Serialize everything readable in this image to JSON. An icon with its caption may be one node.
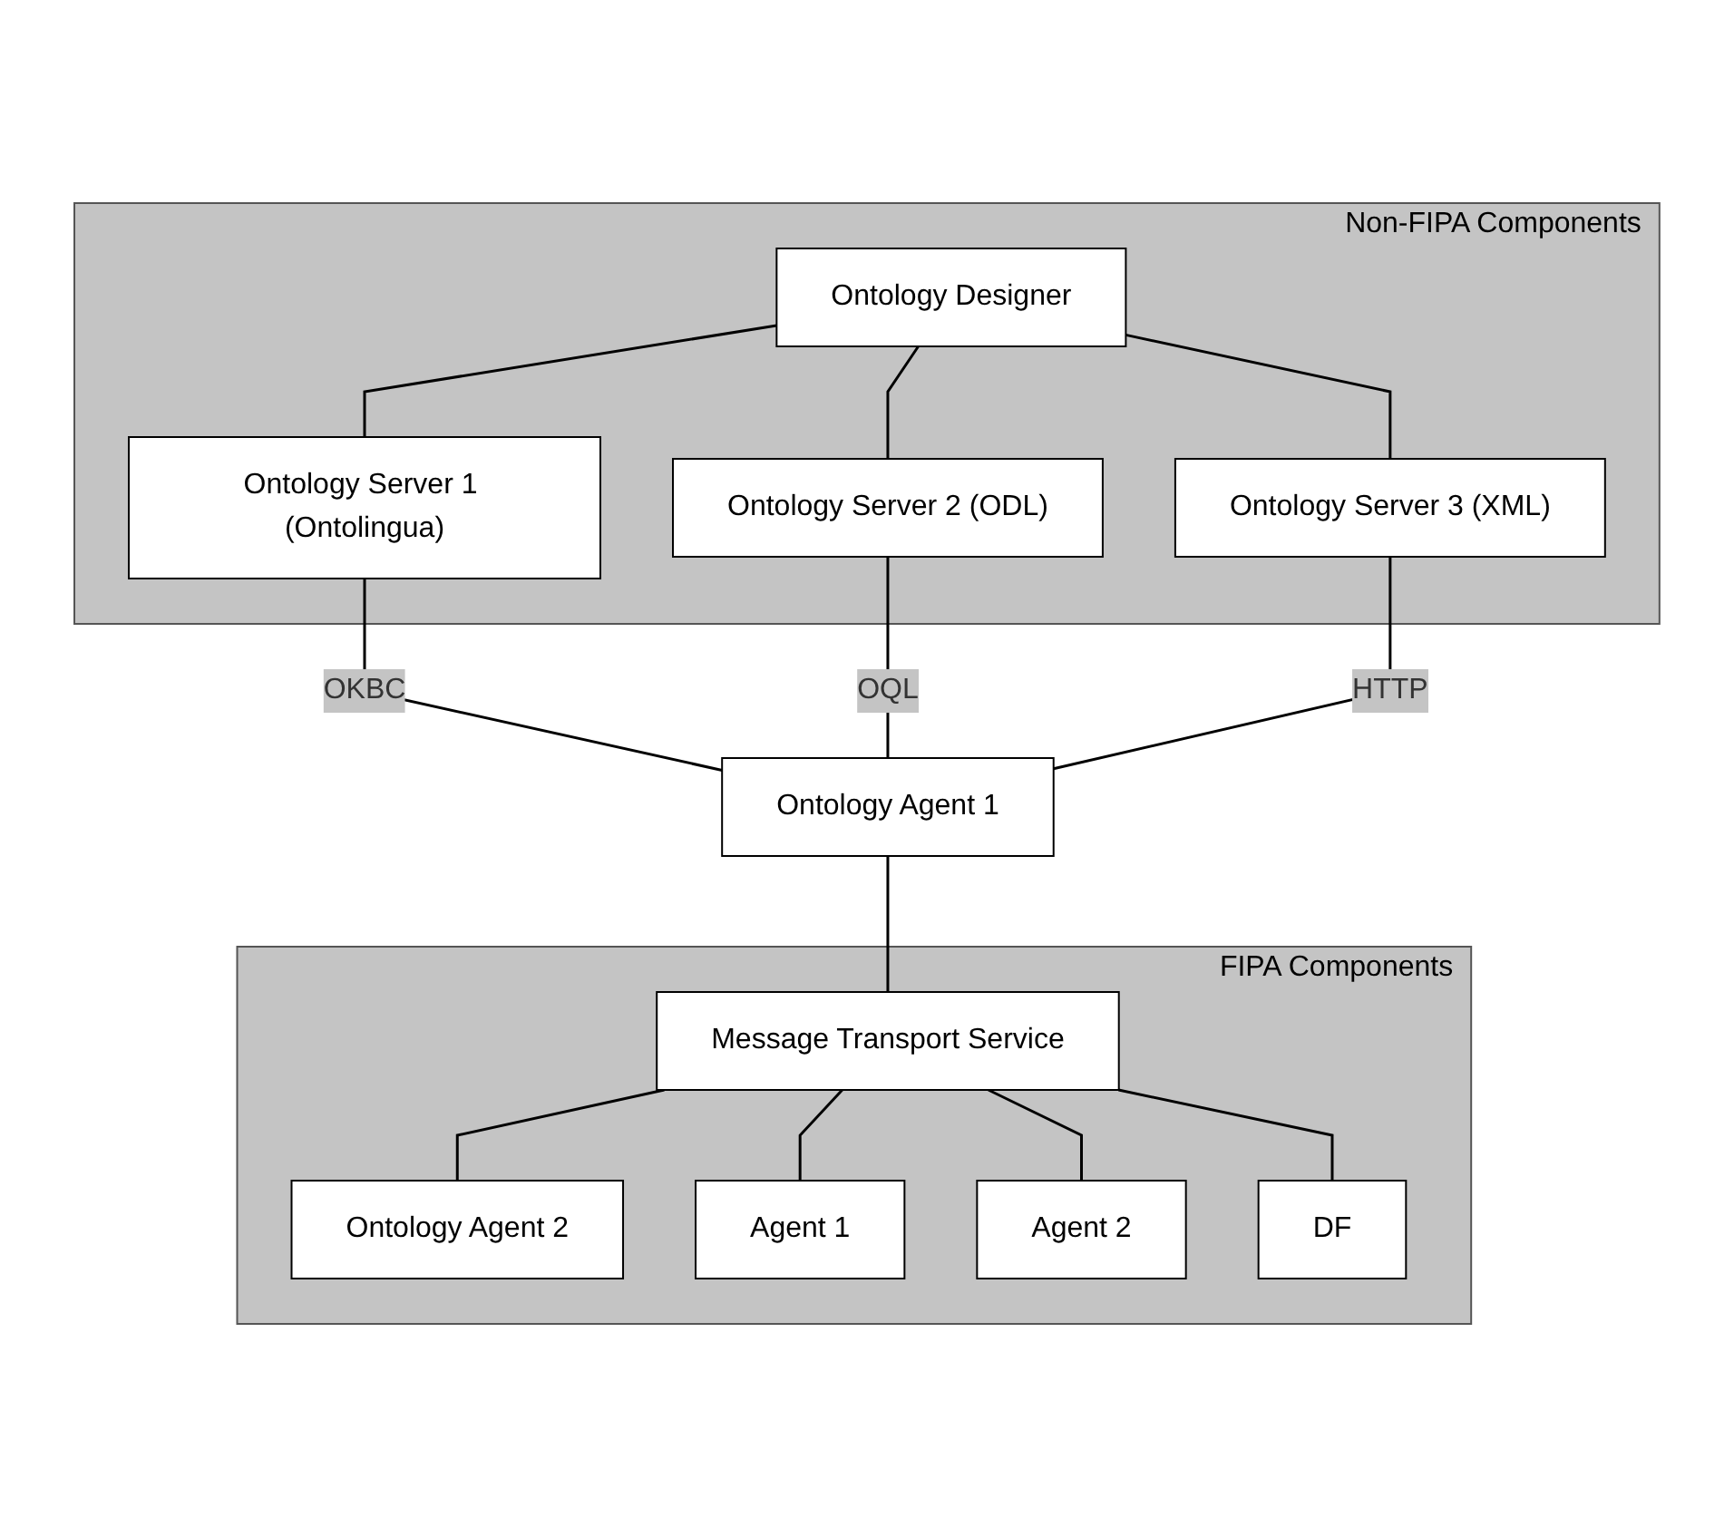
{
  "diagram": {
    "nodes": [
      {
        "text": [
          "Non-FIPA Components"
        ]
      },
      {
        "text": [
          "Ontology Designer"
        ],
        "in": 0
      },
      {
        "text": [
          "Ontology Server 1 (Ontolingua)"
        ],
        "in": 0
      },
      {
        "text": [
          "Ontology Server 2 (ODL)"
        ],
        "in": 0
      },
      {
        "text": [
          "Ontology Server 3 (XML)"
        ],
        "in": 0
      },
      {
        "text": [
          "Ontology Agent 1"
        ]
      },
      {
        "text": [
          "FIPA Components"
        ]
      },
      {
        "text": [
          "Message Transport Service"
        ],
        "in": 6
      },
      {
        "text": [
          "Ontology Agent 2"
        ],
        "in": 6
      },
      {
        "text": [
          "Agent 1"
        ],
        "in": 6
      },
      {
        "text": [
          "Agent 2"
        ],
        "in": 6
      },
      {
        "text": [
          "DF"
        ],
        "in": 6
      }
    ],
    "edges": [
      {
        "from": 1,
        "to": 2,
        "arrow": "none"
      },
      {
        "from": 1,
        "to": 3,
        "arrow": "none"
      },
      {
        "from": 1,
        "to": 4,
        "arrow": "none"
      },
      {
        "from": 2,
        "to": 5,
        "arrow": "none",
        "label": "OKBC"
      },
      {
        "from": 3,
        "to": 5,
        "arrow": "none",
        "label": "OQL"
      },
      {
        "from": 4,
        "to": 5,
        "arrow": "none",
        "label": "HTTP"
      },
      {
        "from": 5,
        "to": 7,
        "arrow": "none"
      },
      {
        "from": 7,
        "to": 8,
        "arrow": "none"
      },
      {
        "from": 7,
        "to": 9,
        "arrow": "none"
      },
      {
        "from": 7,
        "to": 10,
        "arrow": "none"
      },
      {
        "from": 7,
        "to": 11,
        "arrow": "none"
      }
    ]
  }
}
